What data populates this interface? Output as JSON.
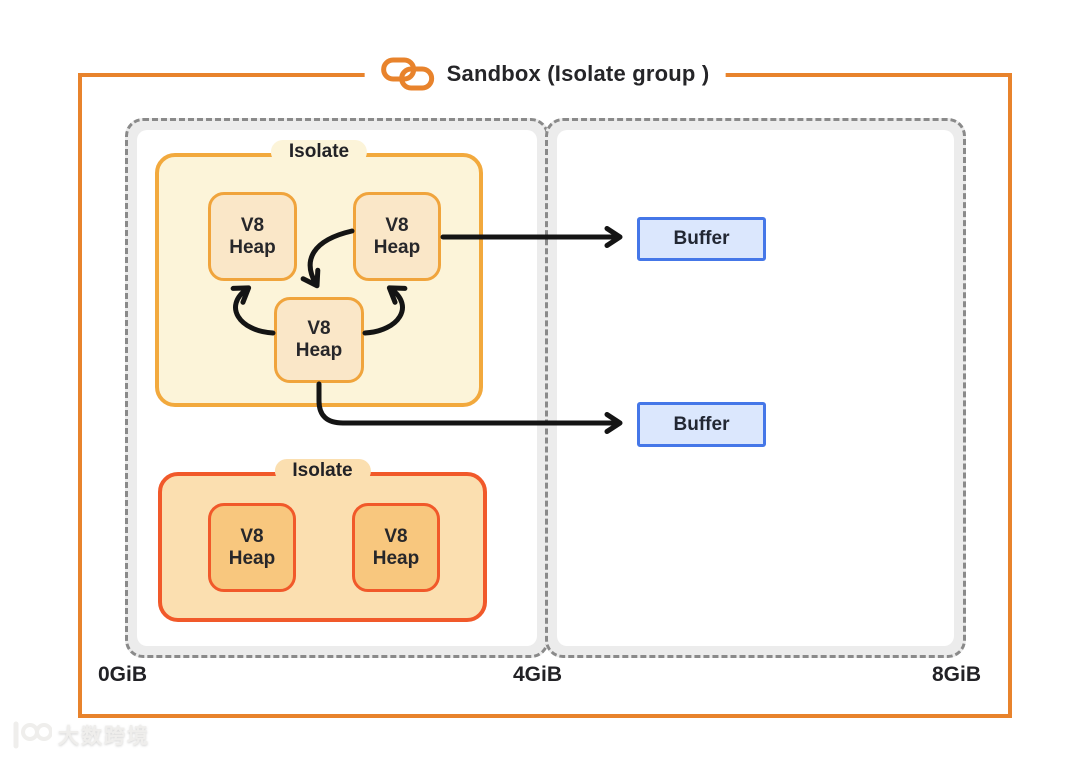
{
  "header": {
    "title": "Sandbox (Isolate group )",
    "icon": "chain-link-icon"
  },
  "memory_regions": [
    {
      "name": "low-region-0-4gib"
    },
    {
      "name": "high-region-4-8gib"
    }
  ],
  "isolates": [
    {
      "label": "Isolate",
      "theme": "amber",
      "heaps": [
        {
          "label": "V8 Heap"
        },
        {
          "label": "V8 Heap"
        },
        {
          "label": "V8 Heap"
        }
      ]
    },
    {
      "label": "Isolate",
      "theme": "red-orange",
      "heaps": [
        {
          "label": "V8 Heap"
        },
        {
          "label": "V8 Heap"
        }
      ]
    }
  ],
  "buffers": [
    {
      "label": "Buffer"
    },
    {
      "label": "Buffer"
    }
  ],
  "axis_labels": [
    "0GiB",
    "4GiB",
    "8GiB"
  ],
  "watermark": {
    "text": "大数跨境"
  },
  "colors": {
    "sandbox_border": "#e8832c",
    "isolate1_border": "#f2a93d",
    "isolate1_fill": "#fcf4d9",
    "heap_amber_fill": "#fae7c8",
    "isolate2_border": "#f1592a",
    "isolate2_fill": "#fbdfb0",
    "heap_orange_fill": "#f8c77e",
    "buffer_border": "#4577e8",
    "buffer_fill": "#dbe7fd",
    "region_dash": "#8a8a8a",
    "region_fill": "#ececec",
    "arrow": "#141414",
    "text": "#1d1d1f"
  }
}
